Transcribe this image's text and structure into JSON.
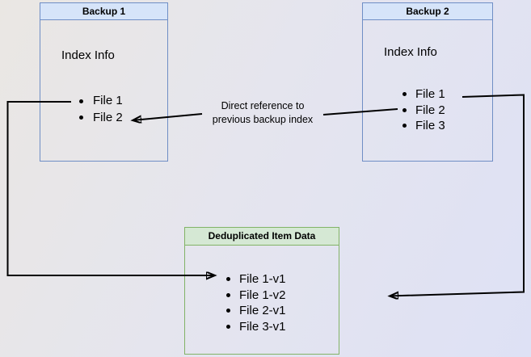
{
  "diagram": {
    "nodes": {
      "backup1": {
        "title": "Backup 1",
        "body_label": "Index Info",
        "items": [
          "File 1",
          "File 2"
        ]
      },
      "backup2": {
        "title": "Backup 2",
        "body_label": "Index Info",
        "items": [
          "File 1",
          "File 2",
          "File 3"
        ]
      },
      "dedup": {
        "title": "Deduplicated Item Data",
        "items": [
          "File 1-v1",
          "File 1-v2",
          "File 2-v1",
          "File 3-v1"
        ]
      }
    },
    "edges": [
      {
        "name": "direct-reference",
        "from": "Backup 2 / File 2",
        "to": "Backup 1 / File 2",
        "label_line1": "Direct reference to",
        "label_line2": "previous backup index"
      },
      {
        "name": "backup1-file1-to-dedup",
        "from": "Backup 1 / File 1",
        "to": "Deduplicated Item Data / File 1-v1",
        "label_line1": "",
        "label_line2": ""
      },
      {
        "name": "backup2-file1-to-dedup",
        "from": "Backup 2 / File 1",
        "to": "Deduplicated Item Data / File 1-v2",
        "label_line1": "",
        "label_line2": ""
      }
    ],
    "colors": {
      "blue_border": "#6f8ec5",
      "blue_header_fill": "#d6e4f9",
      "green_border": "#82b366",
      "green_header_fill": "#d5e8d4",
      "arrow": "#000000",
      "background_start": "#eae7e3",
      "background_end": "#dee1f5"
    }
  }
}
